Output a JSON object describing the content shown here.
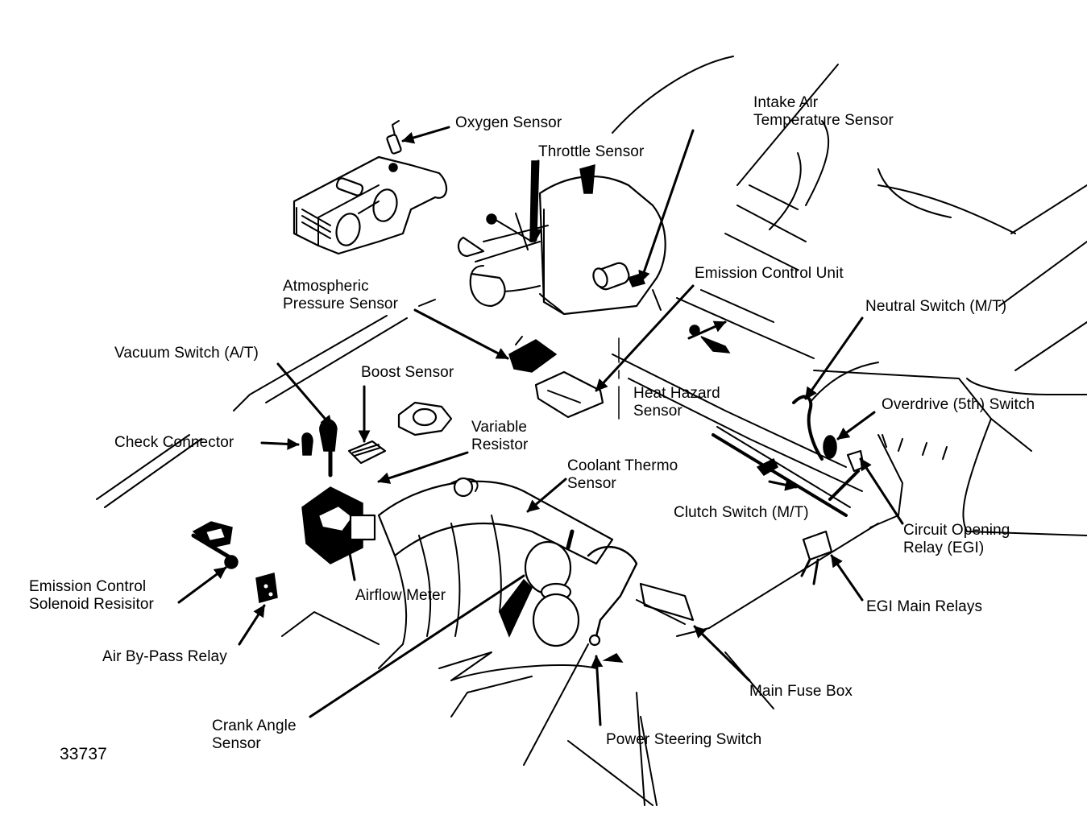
{
  "figure": {
    "number": "33737",
    "type": "Engine compartment component locator (line drawing)"
  },
  "labels": [
    {
      "id": "oxygen-sensor",
      "text": "Oxygen Sensor"
    },
    {
      "id": "throttle-sensor",
      "text": "Throttle Sensor"
    },
    {
      "id": "intake-air-temperature-sensor",
      "text": "Intake Air\nTemperature Sensor"
    },
    {
      "id": "atmospheric-pressure-sensor",
      "text": "Atmospheric\nPressure Sensor"
    },
    {
      "id": "emission-control-unit",
      "text": "Emission Control Unit"
    },
    {
      "id": "neutral-switch",
      "text": "Neutral Switch (M/T)"
    },
    {
      "id": "vacuum-switch",
      "text": "Vacuum Switch (A/T)"
    },
    {
      "id": "boost-sensor",
      "text": "Boost Sensor"
    },
    {
      "id": "heat-hazard-sensor",
      "text": "Heat Hazard\nSensor"
    },
    {
      "id": "overdrive-switch",
      "text": "Overdrive (5th) Switch"
    },
    {
      "id": "check-connector",
      "text": "Check Connector"
    },
    {
      "id": "variable-resistor",
      "text": "Variable\nResistor"
    },
    {
      "id": "coolant-thermo-sensor",
      "text": "Coolant Thermo\nSensor"
    },
    {
      "id": "clutch-switch",
      "text": "Clutch Switch (M/T)"
    },
    {
      "id": "circuit-opening-relay",
      "text": "Circuit Opening\nRelay (EGI)"
    },
    {
      "id": "emission-control-solenoid-resistor",
      "text": "Emission Control\nSolenoid Resisitor"
    },
    {
      "id": "airflow-meter",
      "text": "Airflow Meter"
    },
    {
      "id": "egi-main-relays",
      "text": "EGI Main Relays"
    },
    {
      "id": "air-bypass-relay",
      "text": "Air By-Pass Relay"
    },
    {
      "id": "main-fuse-box",
      "text": "Main Fuse Box"
    },
    {
      "id": "crank-angle-sensor",
      "text": "Crank Angle\nSensor"
    },
    {
      "id": "power-steering-switch",
      "text": "Power Steering Switch"
    }
  ]
}
